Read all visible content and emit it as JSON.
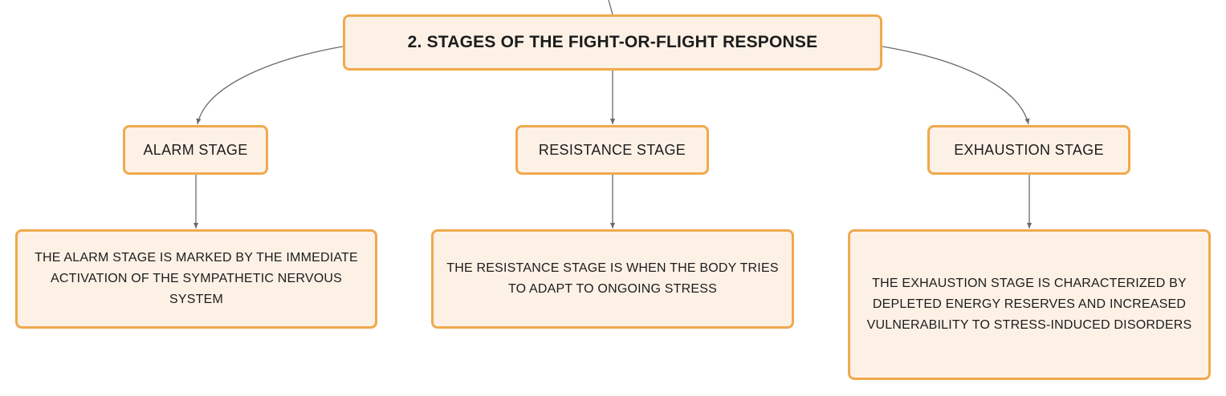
{
  "colors": {
    "node_fill": "#fdf1e6",
    "node_border": "#f0a94d",
    "connector": "#6b6b6b",
    "text": "#1c1c1c"
  },
  "root": {
    "title": "2. STAGES OF THE FIGHT-OR-FLIGHT RESPONSE"
  },
  "stages": [
    {
      "title": "ALARM STAGE",
      "description": "THE ALARM STAGE IS MARKED BY THE IMMEDIATE ACTIVATION OF THE SYMPATHETIC NERVOUS SYSTEM"
    },
    {
      "title": "RESISTANCE STAGE",
      "description": "THE RESISTANCE STAGE IS WHEN THE BODY TRIES TO ADAPT TO ONGOING STRESS"
    },
    {
      "title": "EXHAUSTION STAGE",
      "description": "THE EXHAUSTION STAGE IS CHARACTERIZED BY DEPLETED ENERGY RESERVES AND INCREASED VULNERABILITY TO STRESS-INDUCED DISORDERS"
    }
  ]
}
